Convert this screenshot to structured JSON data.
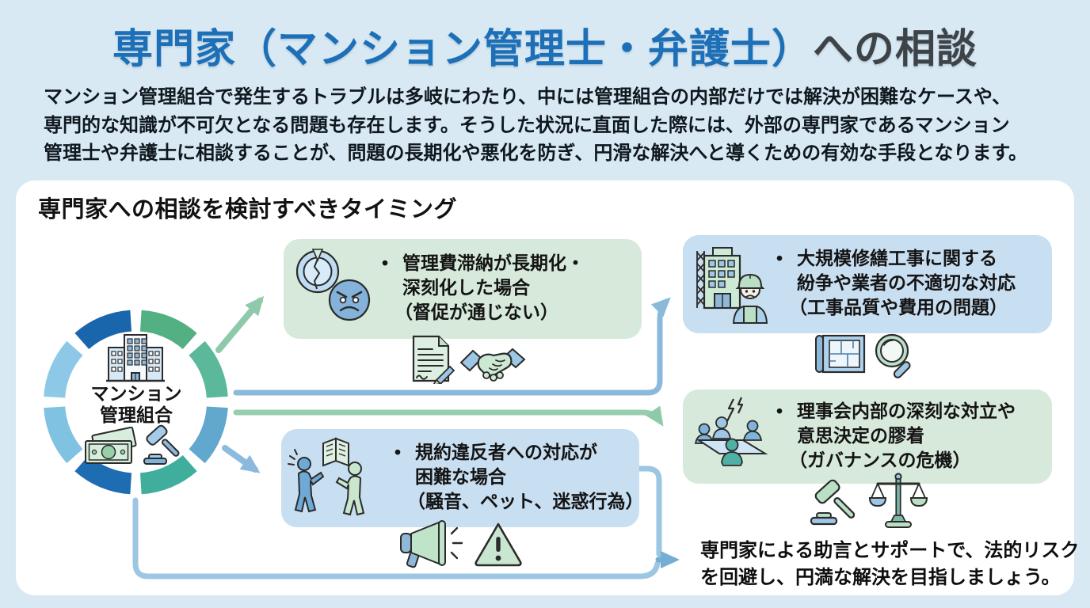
{
  "palette": {
    "page_bg": "#d8e9f4",
    "card_bg": "#ffffff",
    "title_blue": "#1d70b7",
    "title_dark": "#3e4347",
    "body_text": "#10181f",
    "green_box": "#d6e9da",
    "blue_box": "#c8def1",
    "arrow_green": "#8fc9ab",
    "arrow_blue": "#8ab9dc",
    "arrow_light_blue": "#9cc6e2",
    "arrow_footer": "#74aed4",
    "donut_segments": [
      "#53b083",
      "#5bb89a",
      "#61a7ce",
      "#3fae9d",
      "#1e6cb2",
      "#7fc2e2",
      "#8dc9e7",
      "#1a66ad"
    ]
  },
  "header": {
    "title_accent": "専門家（マンション管理士・弁護士）",
    "title_rest": "への相談",
    "intro_lines": [
      "マンション管理組合で発生するトラブルは多岐にわたり、中には管理組合の内部だけでは解決が困難なケースや、",
      "専門的な知識が不可欠となる問題も存在します。そうした状況に直面した際には、外部の専門家であるマンション",
      "管理士や弁護士に相談することが、問題の長期化や悪化を防ぎ、円滑な解決へと導くための有効な手段となります。"
    ]
  },
  "panel": {
    "heading": "専門家への相談を検討すべきタイミング",
    "bullet": "•",
    "hub": {
      "label_line1": "マンション",
      "label_line2": "管理組合",
      "icons": [
        "apartment-building-icon",
        "banknote-icon",
        "gavel-icon"
      ]
    },
    "cases": [
      {
        "id": "arrears",
        "tone": "green",
        "lines": [
          "管理費滞納が長期化・",
          "深刻化した場合",
          "（督促が通じない）"
        ],
        "icons_inside": [
          "cracked-coin-icon",
          "angry-face-icon"
        ],
        "icons_below": [
          "contract-document-icon",
          "handshake-icon"
        ]
      },
      {
        "id": "repair-dispute",
        "tone": "blue",
        "lines": [
          "大規模修繕工事に関する",
          "紛争や業者の不適切な対応",
          "（工事品質や費用の問題）"
        ],
        "icons_inside": [
          "construction-building-icon",
          "construction-worker-icon"
        ],
        "icons_below": [
          "blueprint-icon",
          "magnifier-icon"
        ]
      },
      {
        "id": "rule-violation",
        "tone": "blue",
        "lines": [
          "規約違反者への対応が",
          "困難な場合",
          "（騒音、ペット、迷惑行為）"
        ],
        "icons_inside": [
          "arguing-people-icon",
          "rulebook-icon"
        ],
        "icons_below": [
          "megaphone-icon",
          "warning-triangle-icon"
        ]
      },
      {
        "id": "board-conflict",
        "tone": "green",
        "lines": [
          "理事会内部の深刻な対立や",
          "意思決定の膠着",
          "（ガバナンスの危機）"
        ],
        "icons_inside": [
          "board-meeting-icon",
          "lightning-icon"
        ],
        "icons_below": [
          "gavel-icon",
          "scales-of-justice-icon"
        ]
      }
    ],
    "footer": {
      "lines": [
        "専門家による助言とサポートで、法的リスク",
        "を回避し、円満な解決を目指しましょう。"
      ]
    }
  }
}
